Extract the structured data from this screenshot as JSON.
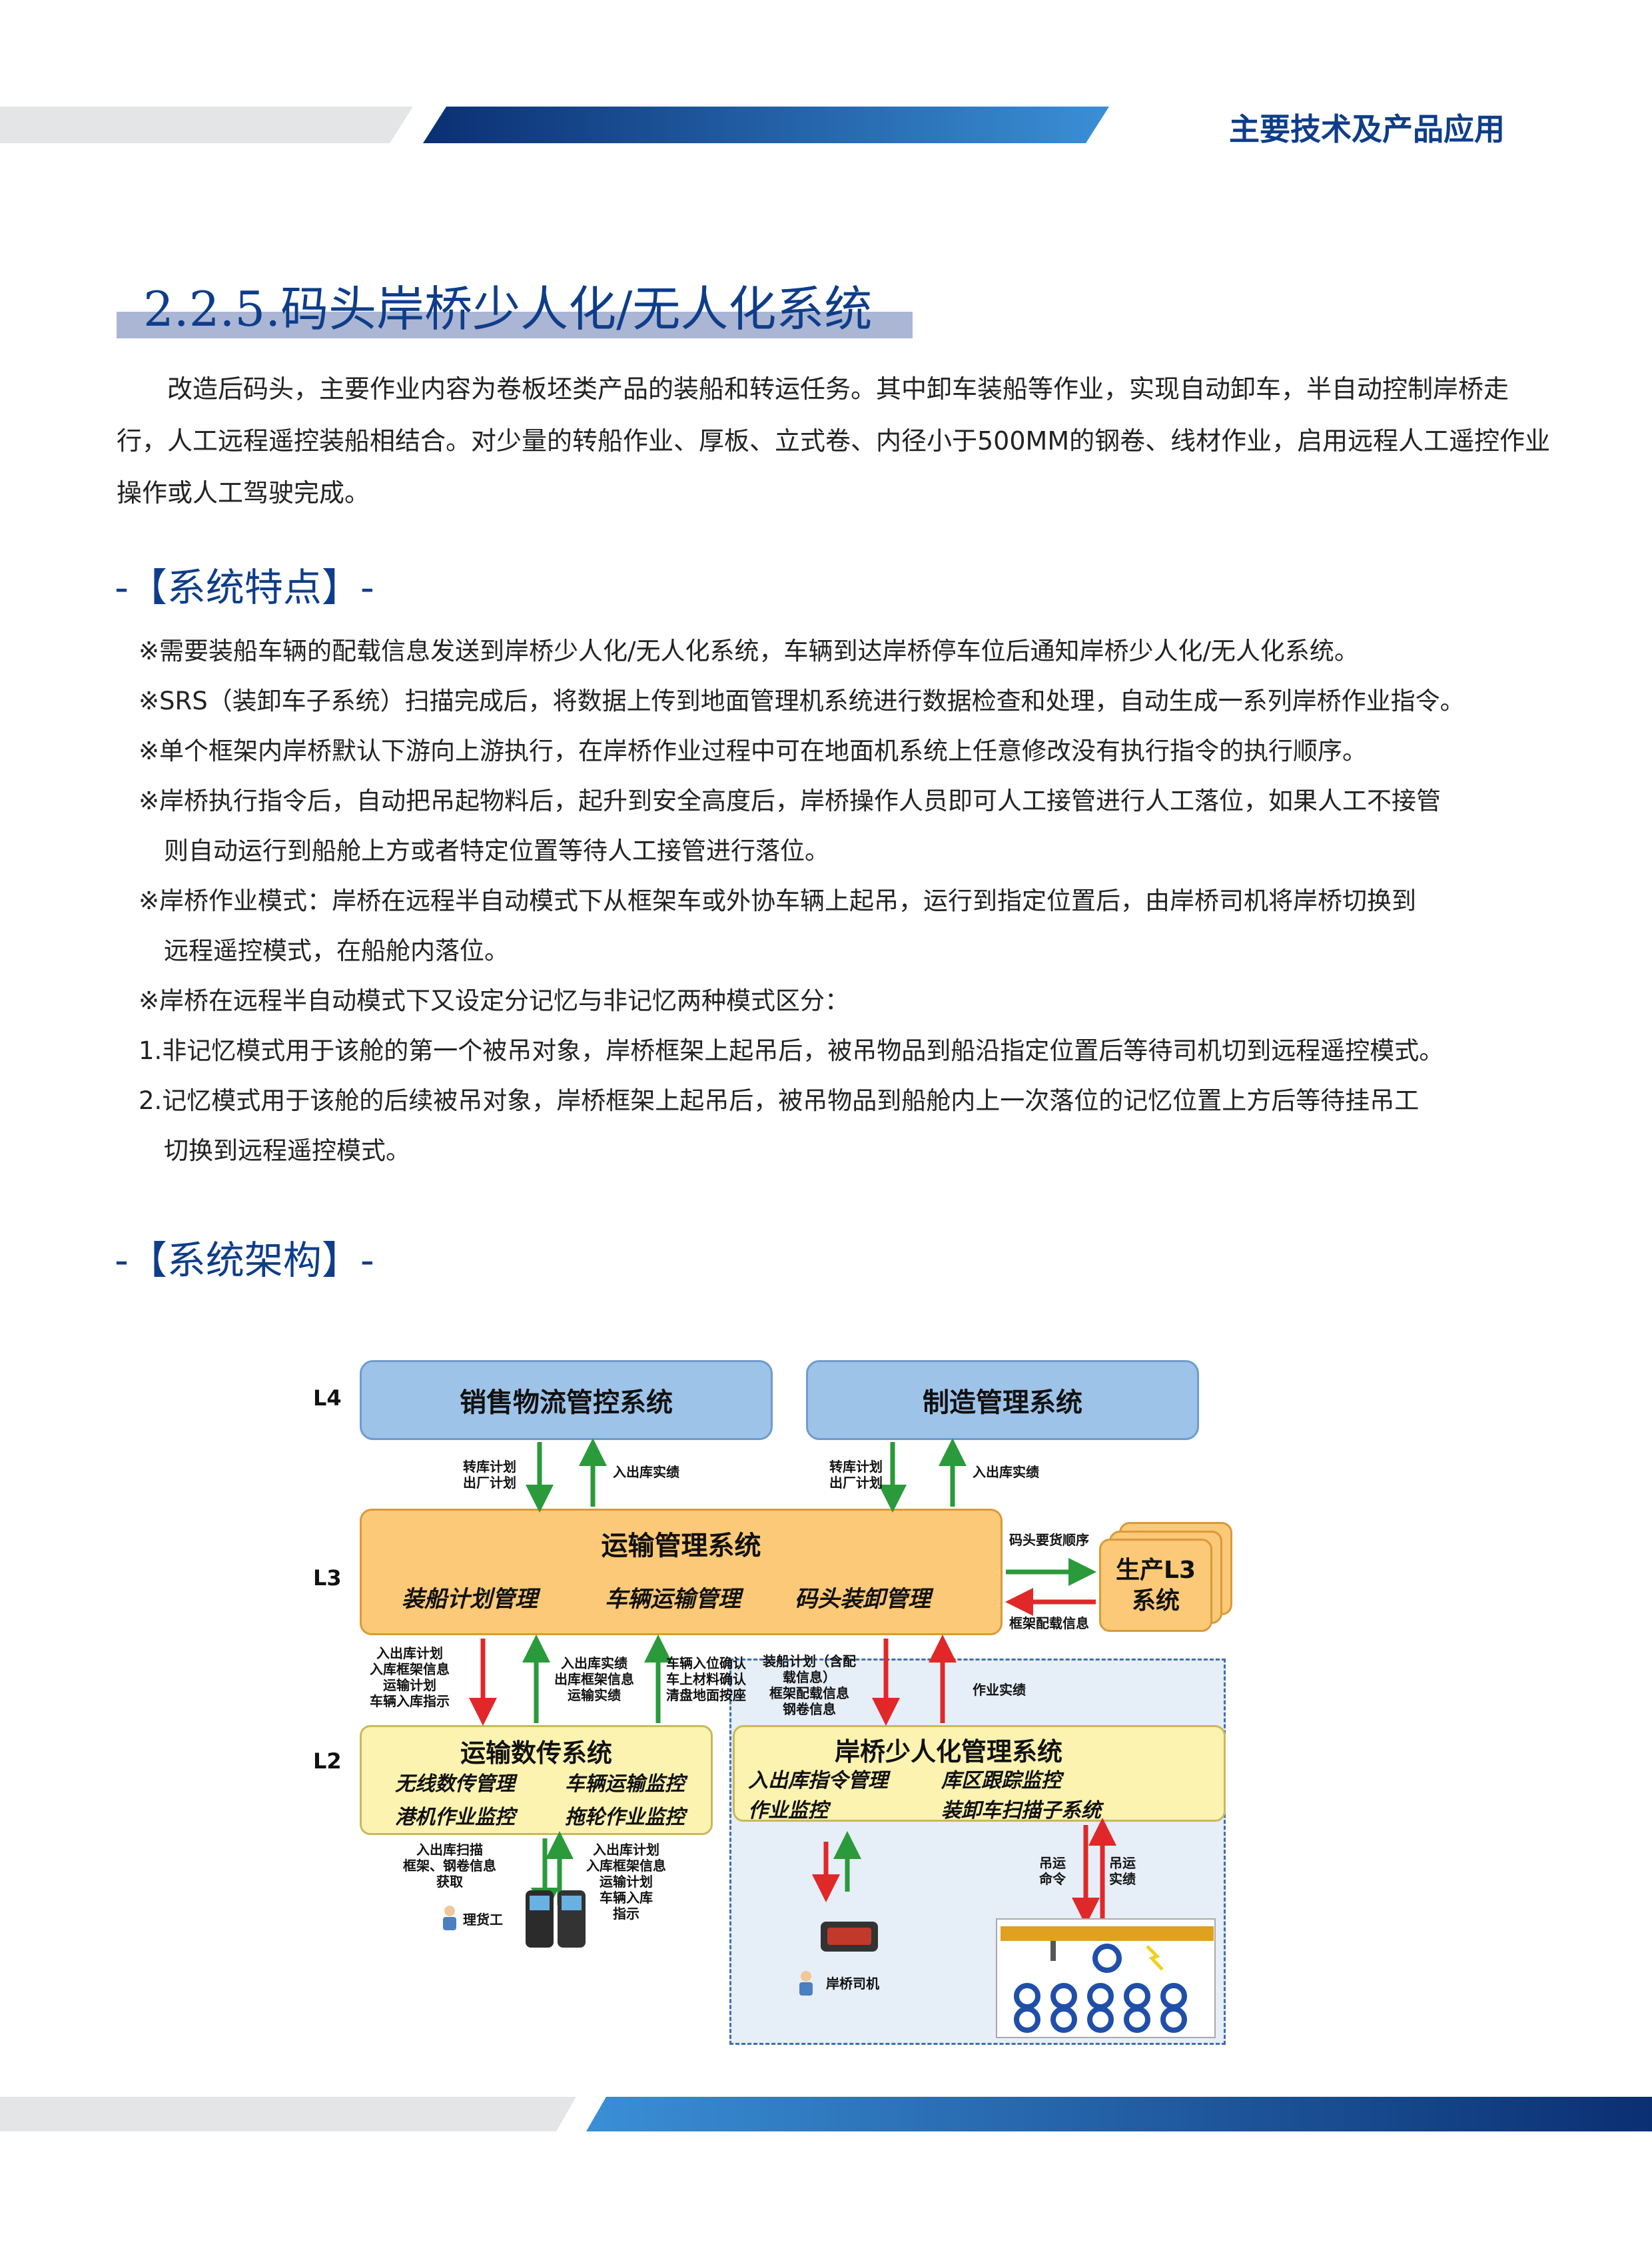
{
  "header": {
    "title": "主要技术及产品应用"
  },
  "section": {
    "title": "2.2.5.码头岸桥少人化/无人化系统"
  },
  "intro": [
    "改造后码头，主要作业内容为卷板坯类产品的装船和转运任务。其中卸车装船等作业，实现自动卸车，半自动控制岸桥走",
    "行，人工远程遥控装船相结合。对少量的转船作业、厚板、立式卷、内径小于500MM的钢卷、线材作业，启用远程人工遥控作业",
    "操作或人工驾驶完成。"
  ],
  "features": {
    "heading": "-【系统特点】-",
    "lines": [
      "※需要装船车辆的配载信息发送到岸桥少人化/无人化系统，车辆到达岸桥停车位后通知岸桥少人化/无人化系统。",
      "※SRS（装卸车子系统）扫描完成后，将数据上传到地面管理机系统进行数据检查和处理，自动生成一系列岸桥作业指令。",
      "※单个框架内岸桥默认下游向上游执行，在岸桥作业过程中可在地面机系统上任意修改没有执行指令的执行顺序。",
      "※岸桥执行指令后，自动把吊起物料后，起升到安全高度后，岸桥操作人员即可人工接管进行人工落位，如果人工不接管",
      "则自动运行到船舱上方或者特定位置等待人工接管进行落位。",
      "※岸桥作业模式：岸桥在远程半自动模式下从框架车或外协车辆上起吊，运行到指定位置后，由岸桥司机将岸桥切换到",
      "远程遥控模式，在船舱内落位。",
      "※岸桥在远程半自动模式下又设定分记忆与非记忆两种模式区分：",
      "1.非记忆模式用于该舱的第一个被吊对象，岸桥框架上起吊后，被吊物品到船沿指定位置后等待司机切到远程遥控模式。",
      "2.记忆模式用于该舱的后续被吊对象，岸桥框架上起吊后，被吊物品到船舱内上一次落位的记忆位置上方后等待挂吊工",
      "切换到远程遥控模式。"
    ]
  },
  "architecture": {
    "heading": "-【系统架构】-",
    "levels": {
      "l4": "L4",
      "l3": "L3",
      "l2": "L2"
    },
    "sales": "销售物流管控系统",
    "manufacturing": "制造管理系统",
    "transport_mgmt": {
      "title": "运输管理系统",
      "items": [
        "装船计划管理",
        "车辆运输管理",
        "码头装卸管理"
      ]
    },
    "prod_l3": [
      "生产L3",
      "系统"
    ],
    "data_sys": {
      "title": "运输数传系统",
      "items": [
        "无线数传管理",
        "车辆运输监控",
        "港机作业监控",
        "拖轮作业监控"
      ]
    },
    "crane_sys": {
      "title": "岸桥少人化管理系统",
      "items": [
        "入出库指令管理",
        "库区跟踪监控",
        "作业监控",
        "装卸车扫描子系统"
      ]
    },
    "labels": {
      "l4_down1": [
        "转库计划",
        "出厂计划"
      ],
      "l4_up1": "入出库实绩",
      "l4_down2": [
        "转库计划",
        "出厂计划"
      ],
      "l4_up2": "入出库实绩",
      "to_prod": "码头要货顺序",
      "from_prod": "框架配载信息",
      "l3_down_left": [
        "入出库计划",
        "入库框架信息",
        "运输计划",
        "车辆入库指示"
      ],
      "l3_up_mid": [
        "入出库实绩",
        "出库框架信息",
        "运输实绩"
      ],
      "l3_up_mid2": [
        "车辆入位确认",
        "车上材料确认",
        "清盘地面按座"
      ],
      "l3_down_crane": [
        "装船计划（含配",
        "载信息）",
        "框架配载信息",
        "钢卷信息"
      ],
      "l3_up_crane": "作业实绩",
      "l2_left_up": [
        "入出库扫描",
        "框架、钢卷信息",
        "获取"
      ],
      "l2_left_down": [
        "入出库计划",
        "入库框架信息",
        "运输计划",
        "车辆入库",
        "指示"
      ],
      "worker": "理货工",
      "driver": "岸桥司机",
      "crane_cmd": [
        "吊运",
        "命令"
      ],
      "crane_result": [
        "吊运",
        "实绩"
      ]
    }
  },
  "colors": {
    "brand": "#0e3d8a",
    "box_blue": "#9ec3e8",
    "box_orange": "#fbc977",
    "box_yellow": "#fdf3b0",
    "arrow_green": "#2a9a3a",
    "arrow_red": "#e02828"
  }
}
